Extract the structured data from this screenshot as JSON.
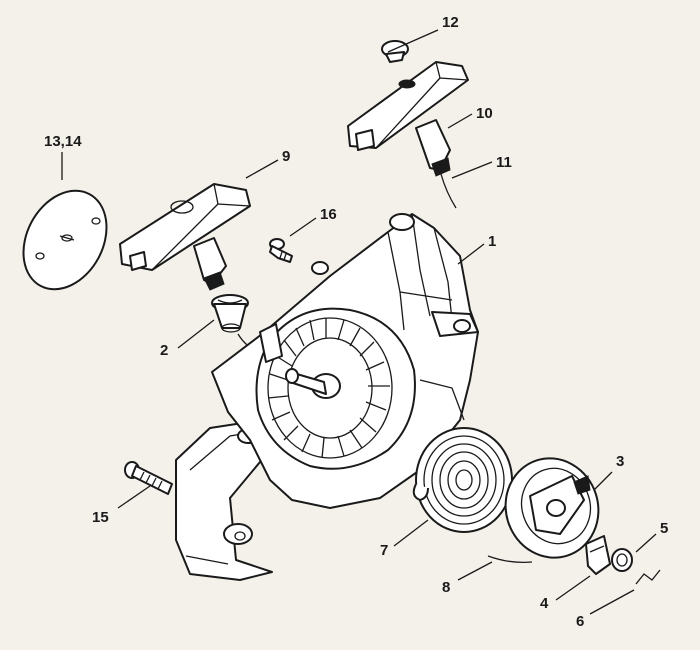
{
  "colors": {
    "paper": "#f4f1ea",
    "ink": "#1a1a1a",
    "fill": "#ffffff"
  },
  "callouts": {
    "c1": "1",
    "c2": "2",
    "c3": "3",
    "c4": "4",
    "c5": "5",
    "c6": "6",
    "c7": "7",
    "c8": "8",
    "c9": "9",
    "c10": "10",
    "c11": "11",
    "c12": "12",
    "c13_14": "13,14",
    "c15": "15",
    "c16": "16"
  }
}
